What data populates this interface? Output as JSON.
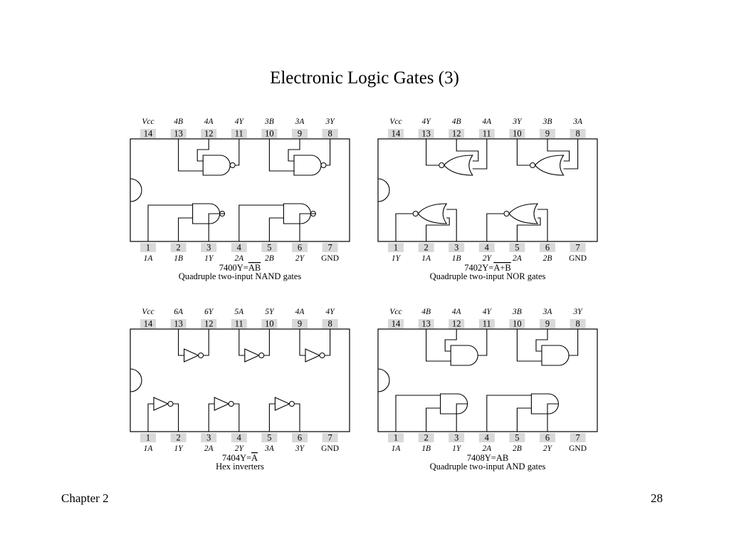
{
  "slide": {
    "title": "Electronic Logic Gates (3)",
    "footer_left": "Chapter 2",
    "page_number": "28"
  },
  "chips": [
    {
      "id": "7400",
      "top_labels": [
        "Vcc",
        "4B",
        "4A",
        "4Y",
        "3B",
        "3A",
        "3Y"
      ],
      "top_nums": [
        "14",
        "13",
        "12",
        "11",
        "10",
        "9",
        "8"
      ],
      "bottom_nums": [
        "1",
        "2",
        "3",
        "4",
        "5",
        "6",
        "7"
      ],
      "bottom_labels": [
        "1A",
        "1B",
        "1Y",
        "2A",
        "2B",
        "2Y",
        "GND"
      ],
      "eq_prefix": "7400Y",
      "eq_expr": "AB",
      "eq_overline": true,
      "name": "Quadruple two-input NAND gates"
    },
    {
      "id": "7402",
      "top_labels": [
        "Vcc",
        "4Y",
        "4B",
        "4A",
        "3Y",
        "3B",
        "3A"
      ],
      "top_nums": [
        "14",
        "13",
        "12",
        "11",
        "10",
        "9",
        "8"
      ],
      "bottom_nums": [
        "1",
        "2",
        "3",
        "4",
        "5",
        "6",
        "7"
      ],
      "bottom_labels": [
        "1Y",
        "1A",
        "1B",
        "2Y",
        "2A",
        "2B",
        "GND"
      ],
      "eq_prefix": "7402Y",
      "eq_expr": "A+B",
      "eq_overline": true,
      "name": "Quadruple two-input NOR gates"
    },
    {
      "id": "7404",
      "top_labels": [
        "Vcc",
        "6A",
        "6Y",
        "5A",
        "5Y",
        "4A",
        "4Y"
      ],
      "top_nums": [
        "14",
        "13",
        "12",
        "11",
        "10",
        "9",
        "8"
      ],
      "bottom_nums": [
        "1",
        "2",
        "3",
        "4",
        "5",
        "6",
        "7"
      ],
      "bottom_labels": [
        "1A",
        "1Y",
        "2A",
        "2Y",
        "3A",
        "3Y",
        "GND"
      ],
      "eq_prefix": "7404Y",
      "eq_expr": "A",
      "eq_overline": true,
      "name": "Hex inverters"
    },
    {
      "id": "7408",
      "top_labels": [
        "Vcc",
        "4B",
        "4A",
        "4Y",
        "3B",
        "3A",
        "3Y"
      ],
      "top_nums": [
        "14",
        "13",
        "12",
        "11",
        "10",
        "9",
        "8"
      ],
      "bottom_nums": [
        "1",
        "2",
        "3",
        "4",
        "5",
        "6",
        "7"
      ],
      "bottom_labels": [
        "1A",
        "1B",
        "1Y",
        "2A",
        "2B",
        "2Y",
        "GND"
      ],
      "eq_prefix": "7408Y",
      "eq_expr": "AB",
      "eq_overline": false,
      "name": "Quadruple two-input AND gates"
    }
  ]
}
